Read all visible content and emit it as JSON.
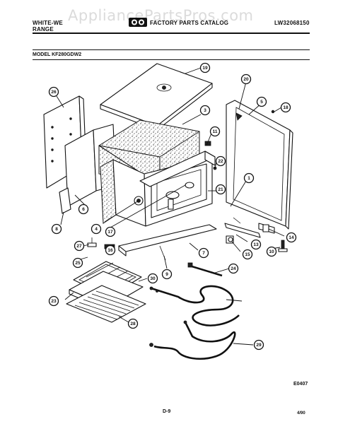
{
  "watermark": "AppliancePartsPros.com",
  "header": {
    "left_line1": "WHITE-WE",
    "left_line2": "RANGE",
    "middle": "FACTORY PARTS CATALOG",
    "right": "LW32068150"
  },
  "model_label": "MODEL KF280GDW2",
  "footer": {
    "code": "E0407",
    "page": "D-9",
    "date": "4/90"
  },
  "callouts": [
    "19",
    "20",
    "5",
    "18",
    "26",
    "3",
    "11",
    "6",
    "22",
    "1",
    "21",
    "17",
    "4",
    "8",
    "27",
    "16",
    "7",
    "13",
    "15",
    "14",
    "10",
    "9",
    "25",
    "30",
    "24",
    "23",
    "28",
    "29"
  ]
}
